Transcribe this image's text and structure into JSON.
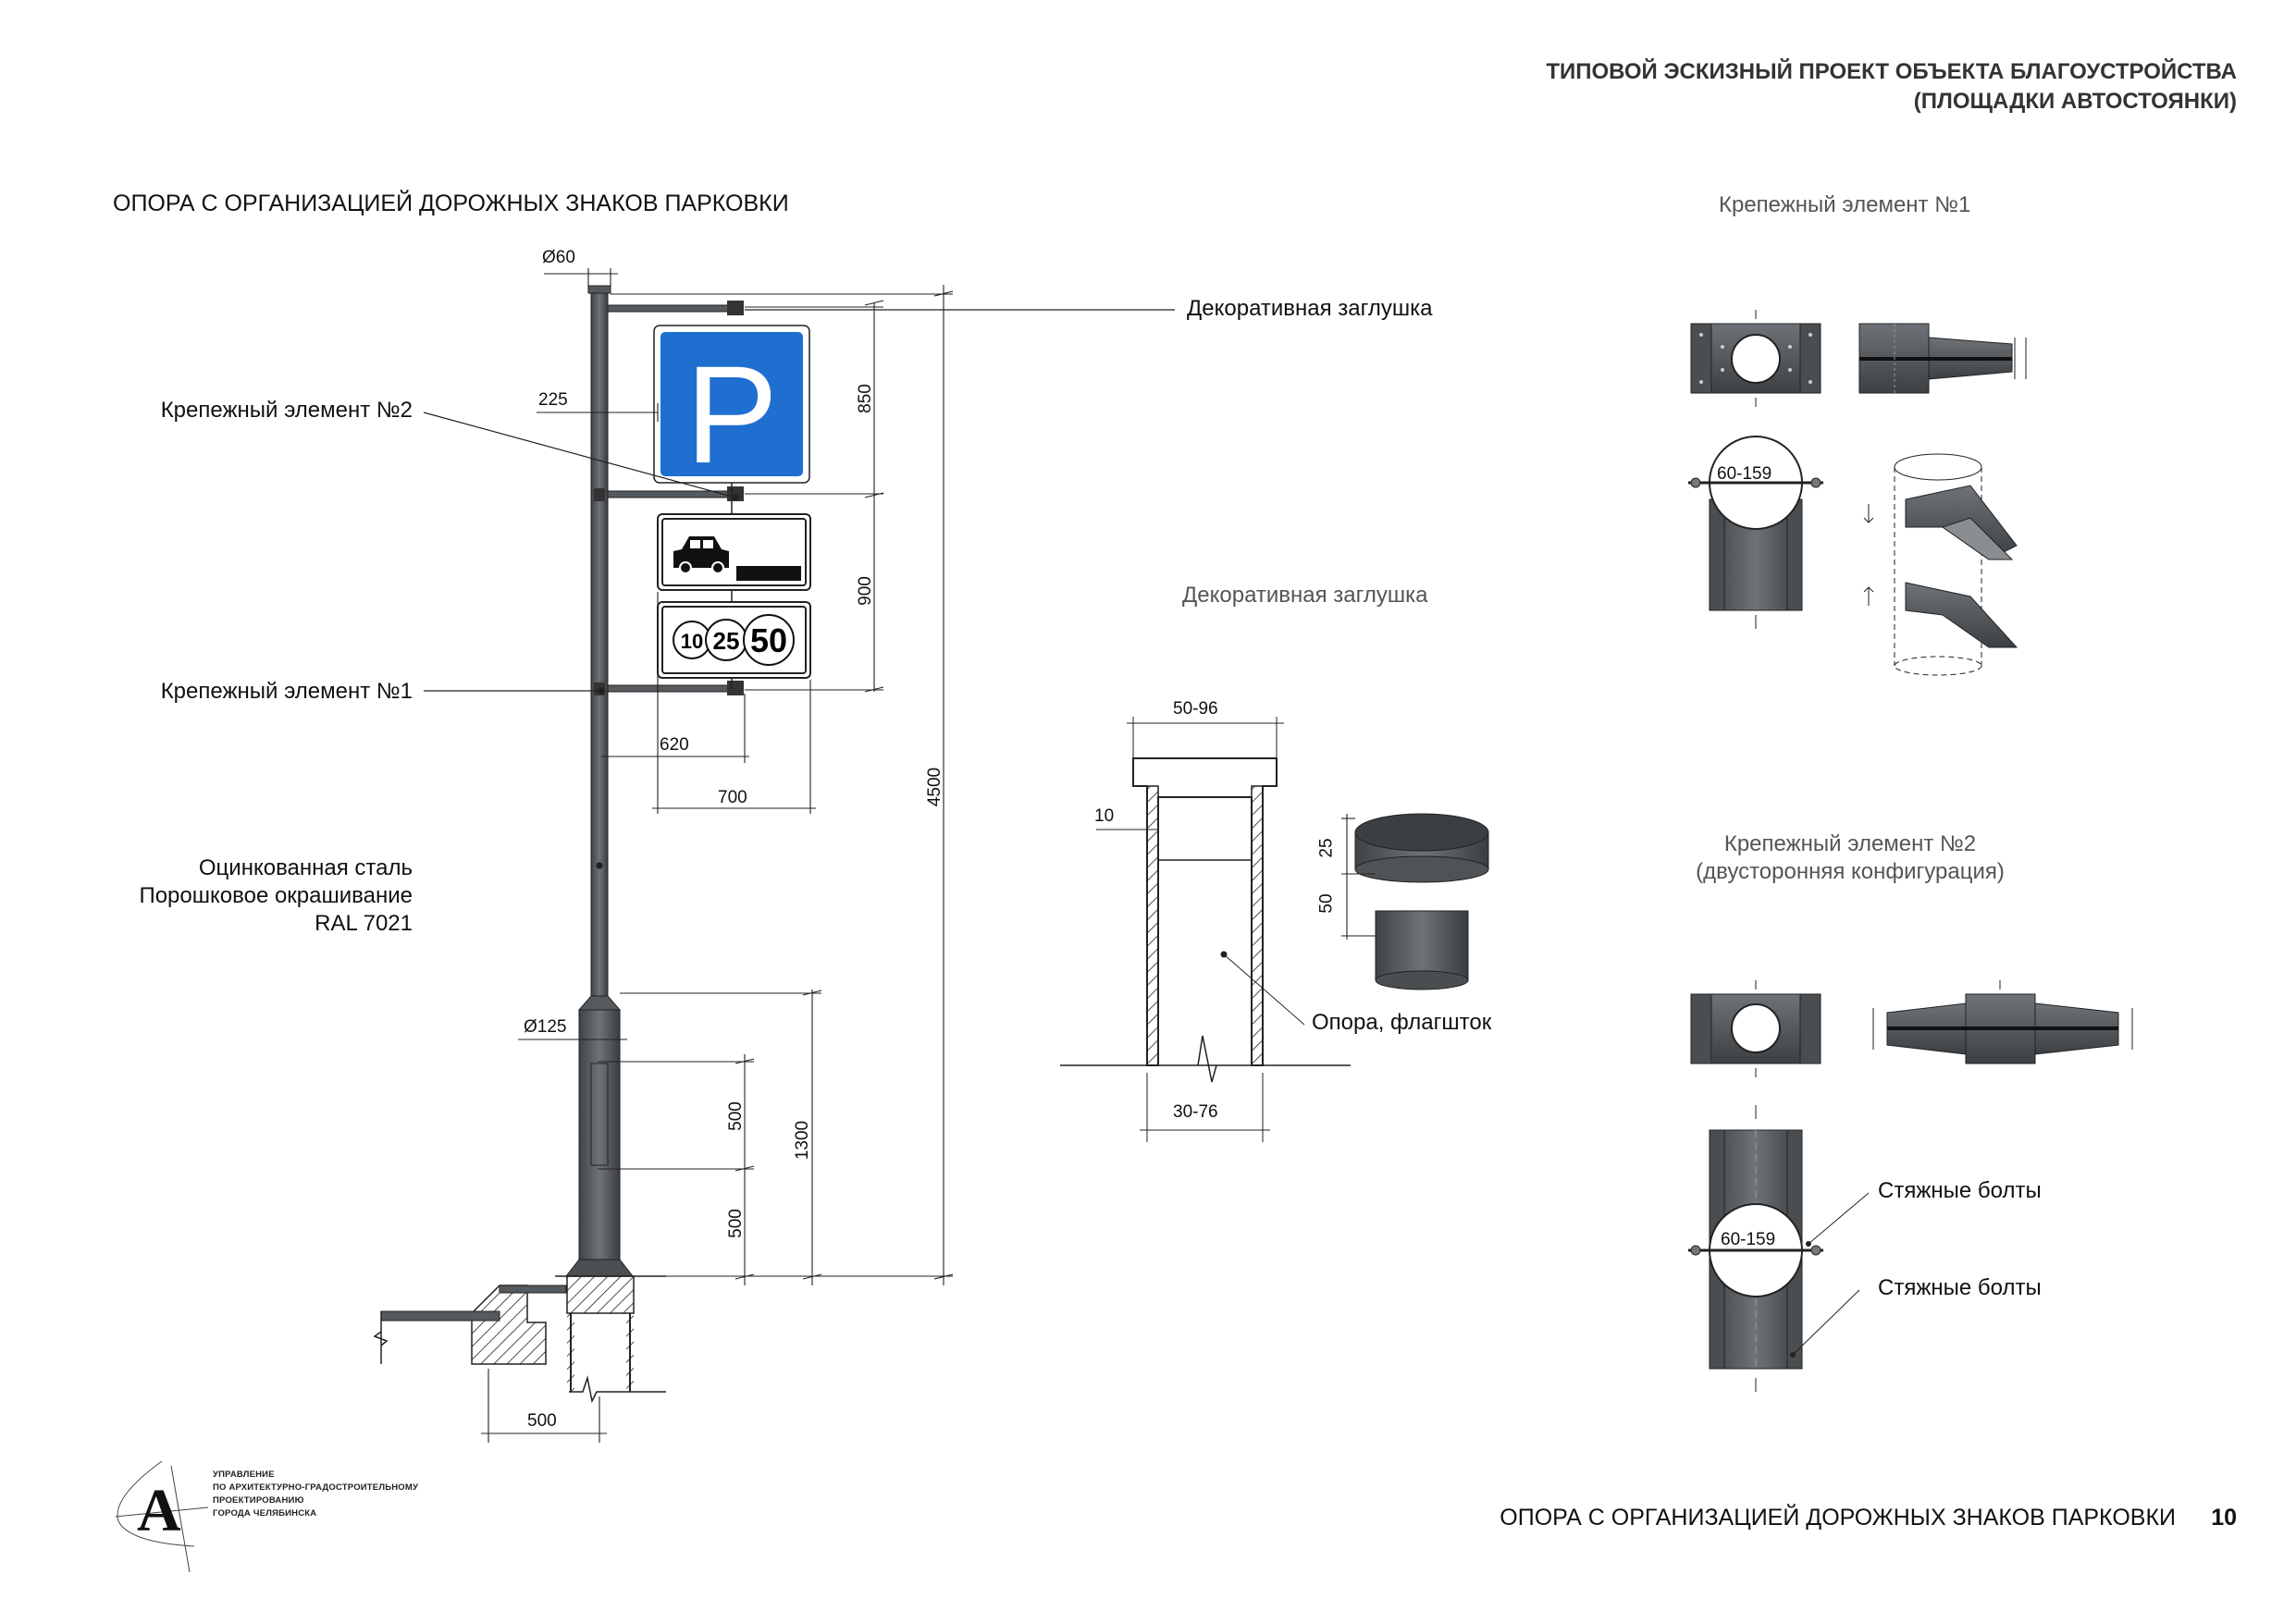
{
  "header": {
    "line1": "ТИПОВОЙ ЭСКИЗНЫЙ ПРОЕКТ ОБЪЕКТА БЛАГОУСТРОЙСТВА",
    "line2": "(ПЛОЩАДКИ АВТОСТОЯНКИ)"
  },
  "main_title": "ОПОРА С ОРГАНИЗАЦИЕЙ ДОРОЖНЫХ ЗНАКОВ ПАРКОВКИ",
  "footer": {
    "title": "ОПОРА С ОРГАНИЗАЦИЕЙ ДОРОЖНЫХ ЗНАКОВ ПАРКОВКИ",
    "page": "10"
  },
  "logo": {
    "letter": "А",
    "lines": [
      "УПРАВЛЕНИЕ",
      "ПО АРХИТЕКТУРНО-ГРАДОСТРОИТЕЛЬНОМУ",
      "ПРОЕКТИРОВАНИЮ",
      "ГОРОДА ЧЕЛЯБИНСКА"
    ]
  },
  "pole": {
    "labels": {
      "decorative_cap": "Декоративная заглушка",
      "fastener2": "Крепежный элемент №2",
      "fastener1": "Крепежный элемент №1",
      "material1": "Оцинкованная сталь",
      "material2": "Порошковое окрашивание",
      "material3": "RAL 7021"
    },
    "dims": {
      "d60": "Ø60",
      "d225": "225",
      "d850": "850",
      "d900": "900",
      "d620": "620",
      "d700": "700",
      "d4500": "4500",
      "d125": "Ø125",
      "d500a": "500",
      "d500b": "500",
      "d1300": "1300",
      "d500base": "500"
    },
    "signs": {
      "parking_letter": "P",
      "speeds": [
        "10",
        "25",
        "50"
      ]
    },
    "colors": {
      "pole": "#555a5e",
      "sign_blue": "#1f6fd1"
    }
  },
  "cap_detail": {
    "title": "Декоративная заглушка",
    "dims": {
      "top": "50-96",
      "wall": "10",
      "bottom": "30-76",
      "h25": "25",
      "h50": "50"
    },
    "label": "Опора, флагшток"
  },
  "fastener1_detail": {
    "title": "Крепежный элемент №1",
    "dim": "60-159"
  },
  "fastener2_detail": {
    "title1": "Крепежный элемент №2",
    "title2": "(двусторонняя конфигурация)",
    "dim": "60-159",
    "bolts1": "Стяжные болты",
    "bolts2": "Стяжные болты"
  }
}
